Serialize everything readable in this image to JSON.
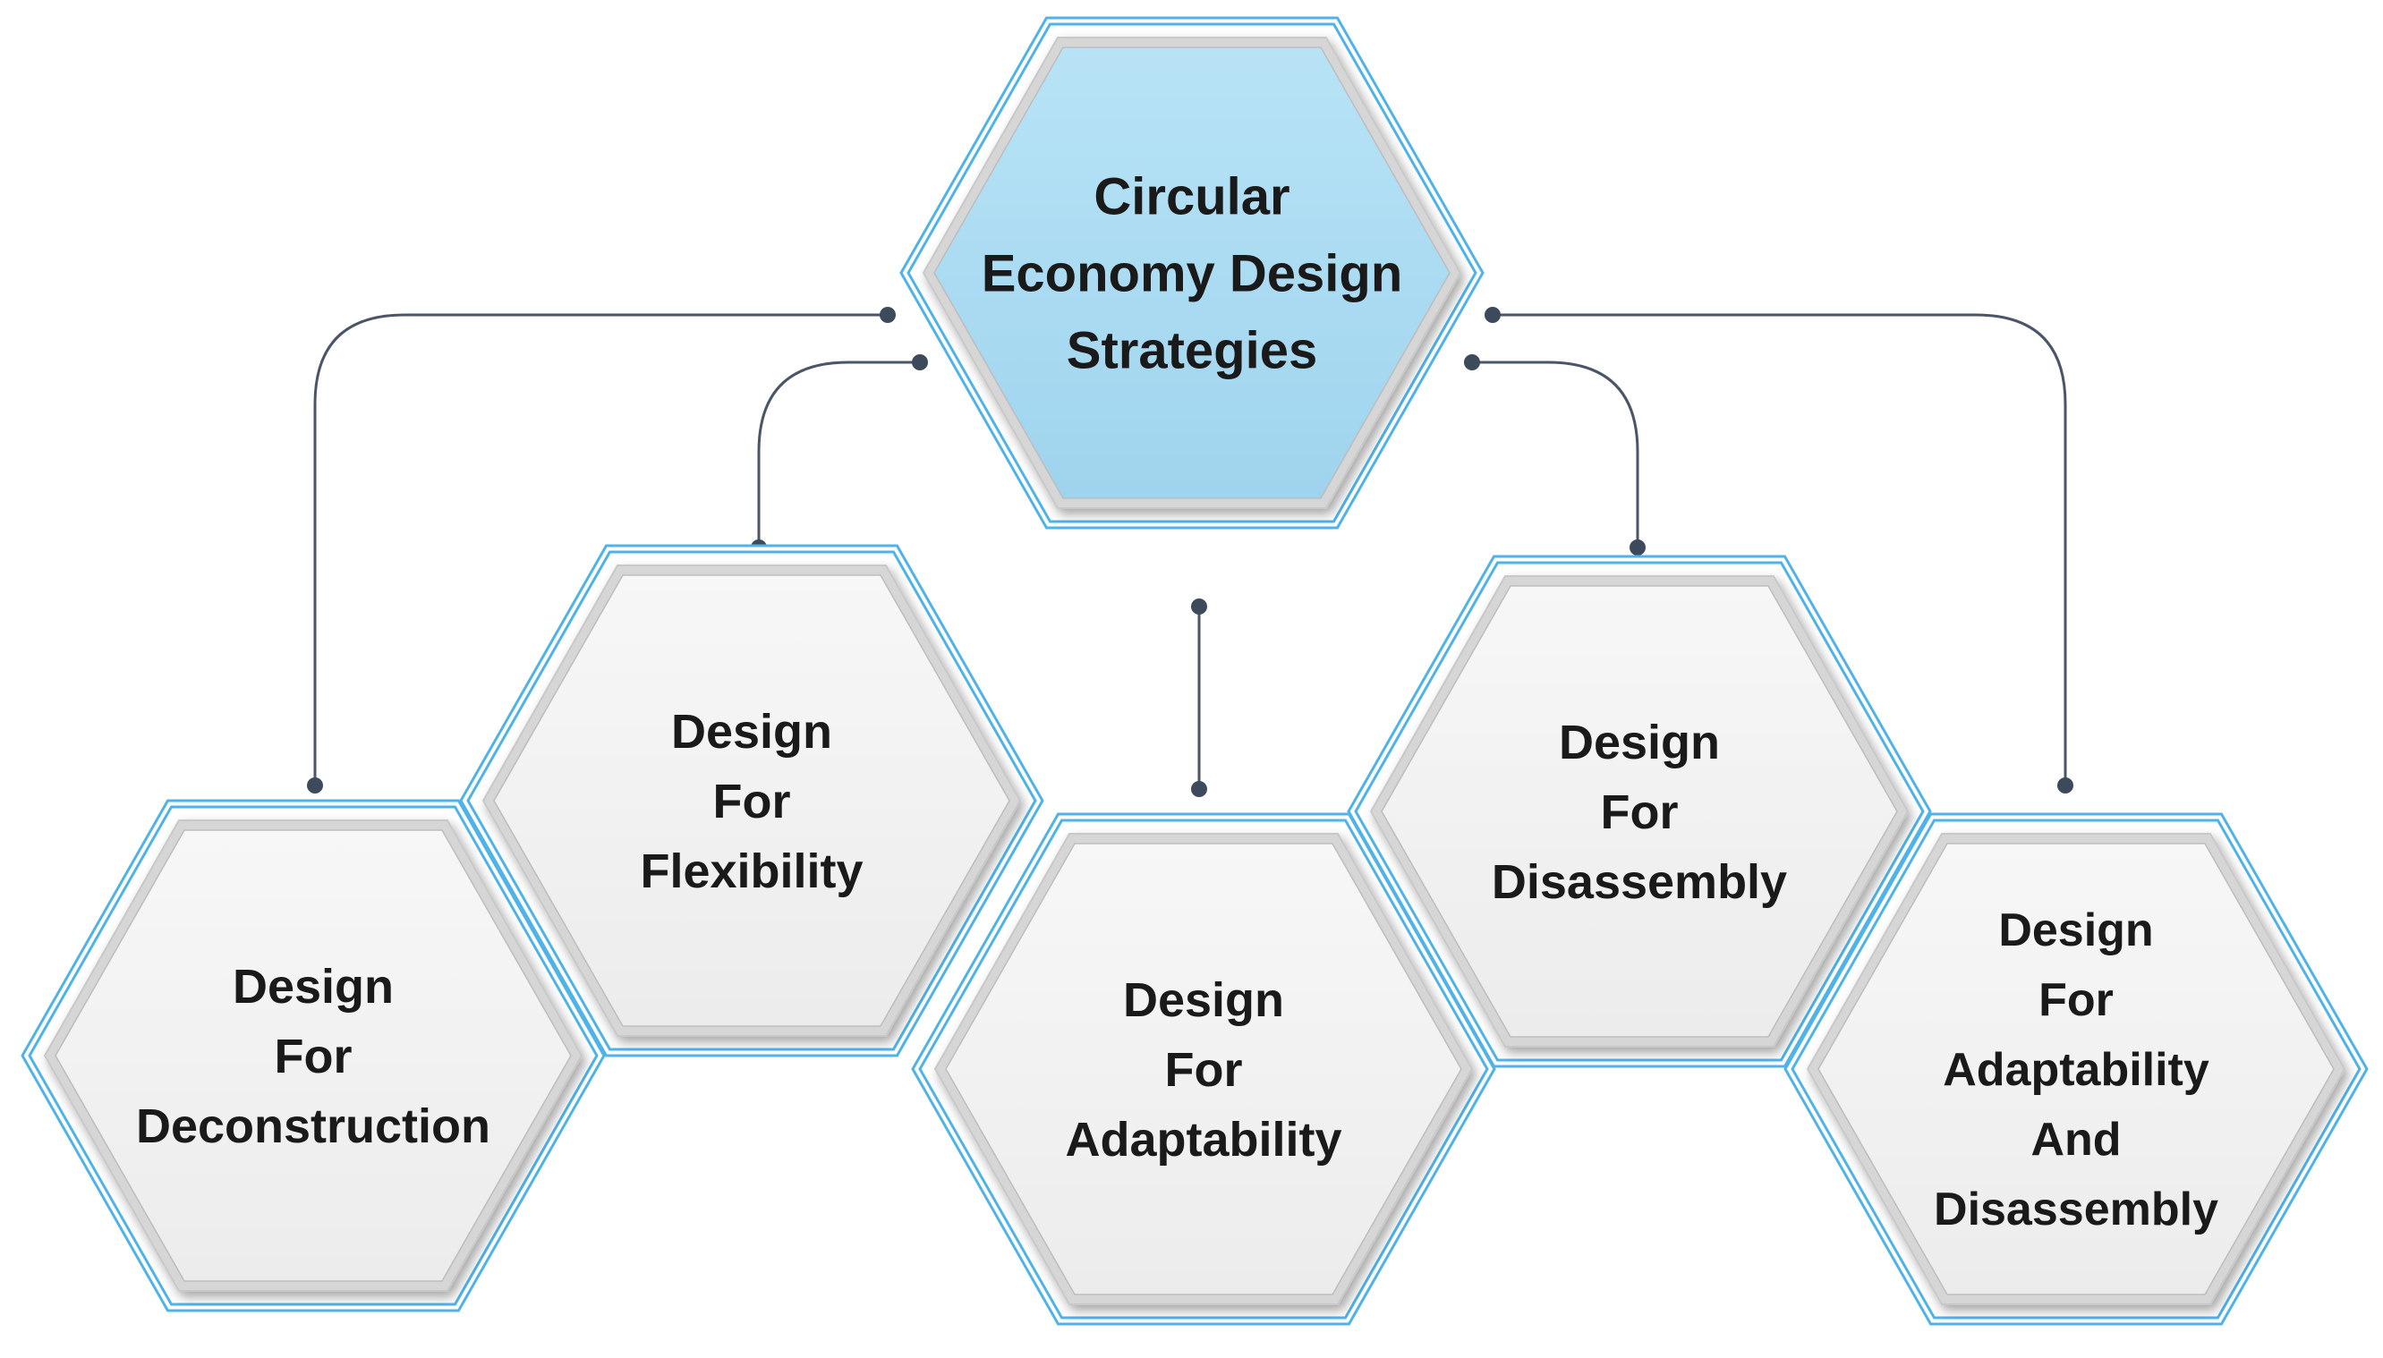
{
  "root": {
    "lines": [
      "Circular",
      "Economy Design",
      "Strategies"
    ]
  },
  "strategies": [
    {
      "id": "deconstruction",
      "lines": [
        "Design",
        "For",
        "Deconstruction"
      ]
    },
    {
      "id": "flexibility",
      "lines": [
        "Design",
        "For",
        "Flexibility"
      ]
    },
    {
      "id": "adaptability",
      "lines": [
        "Design",
        "For",
        "Adaptability"
      ]
    },
    {
      "id": "disassembly",
      "lines": [
        "Design",
        "For",
        "Disassembly"
      ]
    },
    {
      "id": "adaptability-and-disassembly",
      "lines": [
        "Design",
        "For",
        "Adaptability",
        "And",
        "Disassembly"
      ]
    }
  ],
  "colors": {
    "root_fill": "#a9dbf2",
    "child_fill": "#f2f2f2",
    "outline": "#4fb3e8",
    "connector": "#4a5568"
  }
}
